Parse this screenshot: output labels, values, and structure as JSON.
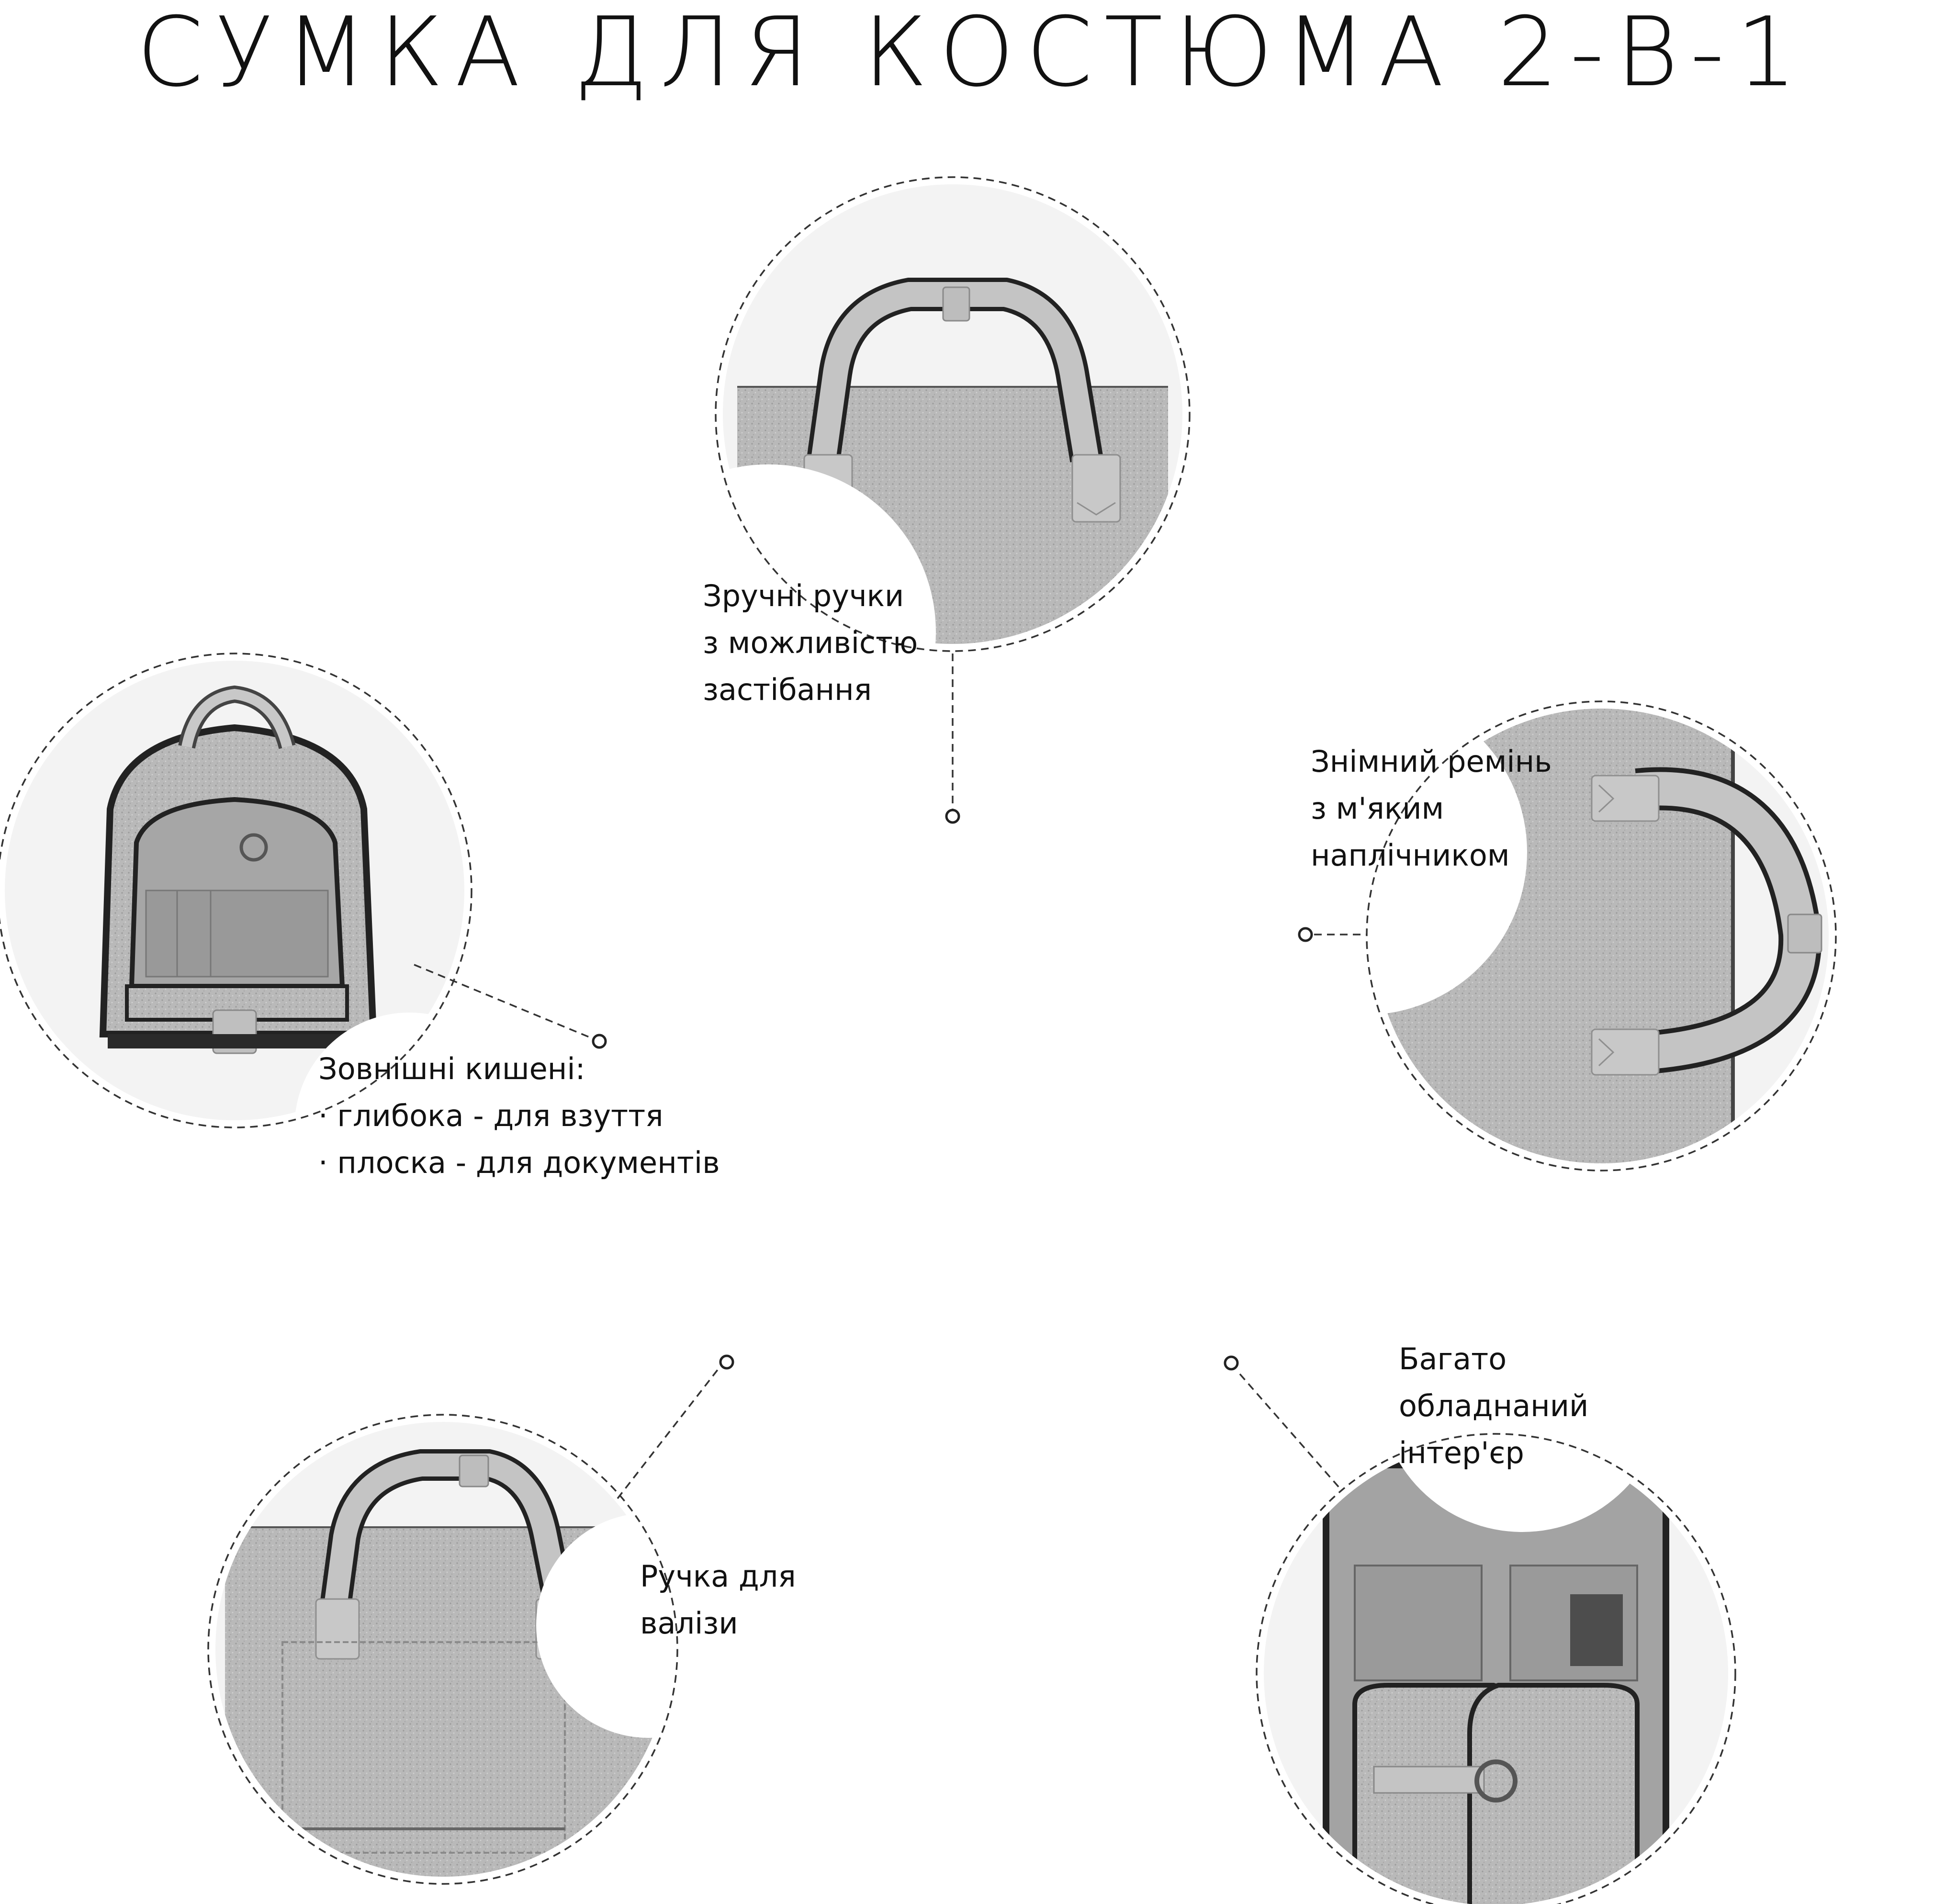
{
  "page": {
    "title": "СУМКА ДЛЯ КОСТЮМА 2-В-1"
  },
  "colors": {
    "fabric": "#b9b9b9",
    "leather": "#c4c4c4",
    "lining": "#a6a6a6",
    "trim": "#222222",
    "dash": "#333333"
  },
  "features": {
    "handles": {
      "lines": [
        "Зручні ручки",
        "з можливістю",
        "застібання"
      ],
      "icon": "carry-handles-photo"
    },
    "strap": {
      "lines": [
        "Знімний ремінь",
        "з м'яким",
        "наплічником"
      ],
      "icon": "shoulder-strap-photo"
    },
    "pockets": {
      "heading": "Зовнішні кишені:",
      "items": [
        "глибока - для взуття",
        "плоска - для документів"
      ],
      "icon": "open-pocket-photo"
    },
    "luggage_handle": {
      "lines": [
        "Ручка для",
        "валізи"
      ],
      "icon": "luggage-handle-photo"
    },
    "interior": {
      "lines": [
        "Багато",
        "обладнаний",
        "інтер'єр"
      ],
      "icon": "interior-photo"
    }
  }
}
